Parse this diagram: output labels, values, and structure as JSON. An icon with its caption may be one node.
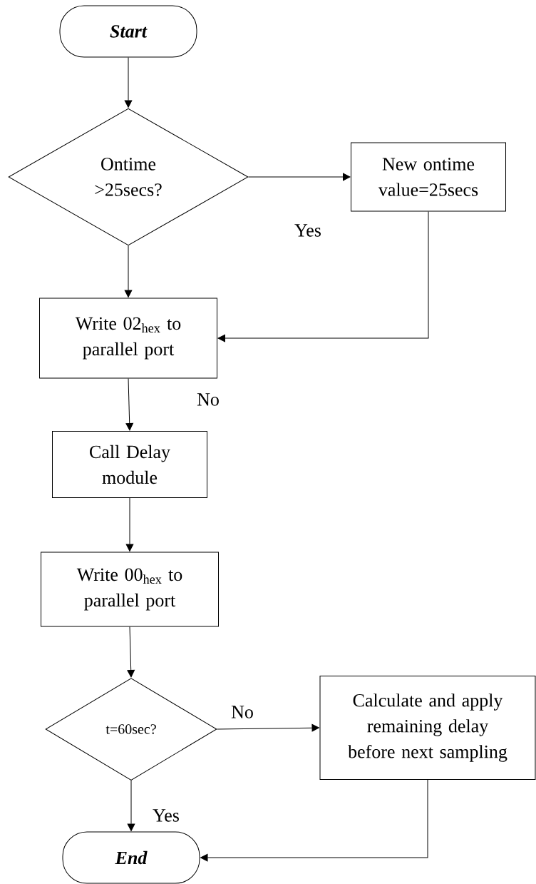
{
  "diagram": {
    "nodes": [
      {
        "text": [
          "Start"
        ]
      },
      {
        "text": [
          "Ontime >25secs?"
        ]
      },
      {
        "text": [
          "New ontime value=25secs"
        ]
      },
      {
        "text": [
          "Write 02$_{hex}$ to parallel port"
        ]
      },
      {
        "text": [
          "Call Delay module"
        ]
      },
      {
        "text": [
          "Write 00$_{hex}$ to parallel port"
        ]
      },
      {
        "text": [
          "t=60sec?"
        ]
      },
      {
        "text": [
          "Calculate and apply remaining delay before next sampling"
        ]
      },
      {
        "text": [
          "End"
        ]
      }
    ],
    "edges": [
      {
        "from": 0,
        "to": 1,
        "arrow": "to"
      },
      {
        "from": 1,
        "to": 2,
        "arrow": "to",
        "label": "Yes"
      },
      {
        "from": 1,
        "to": 3,
        "arrow": "to"
      },
      {
        "from": 2,
        "to": 3,
        "arrow": "to"
      },
      {
        "from": 3,
        "to": 4,
        "arrow": "to"
      },
      {
        "from": 4,
        "to": 5,
        "arrow": "to"
      },
      {
        "from": 5,
        "to": 6,
        "arrow": "to"
      },
      {
        "from": 6,
        "to": 7,
        "arrow": "to",
        "label": "No"
      },
      {
        "from": 6,
        "to": 8,
        "arrow": "to",
        "label": "Yes"
      },
      {
        "from": 7,
        "to": 8,
        "arrow": "to"
      }
    ],
    "labels": [
      "No"
    ]
  }
}
